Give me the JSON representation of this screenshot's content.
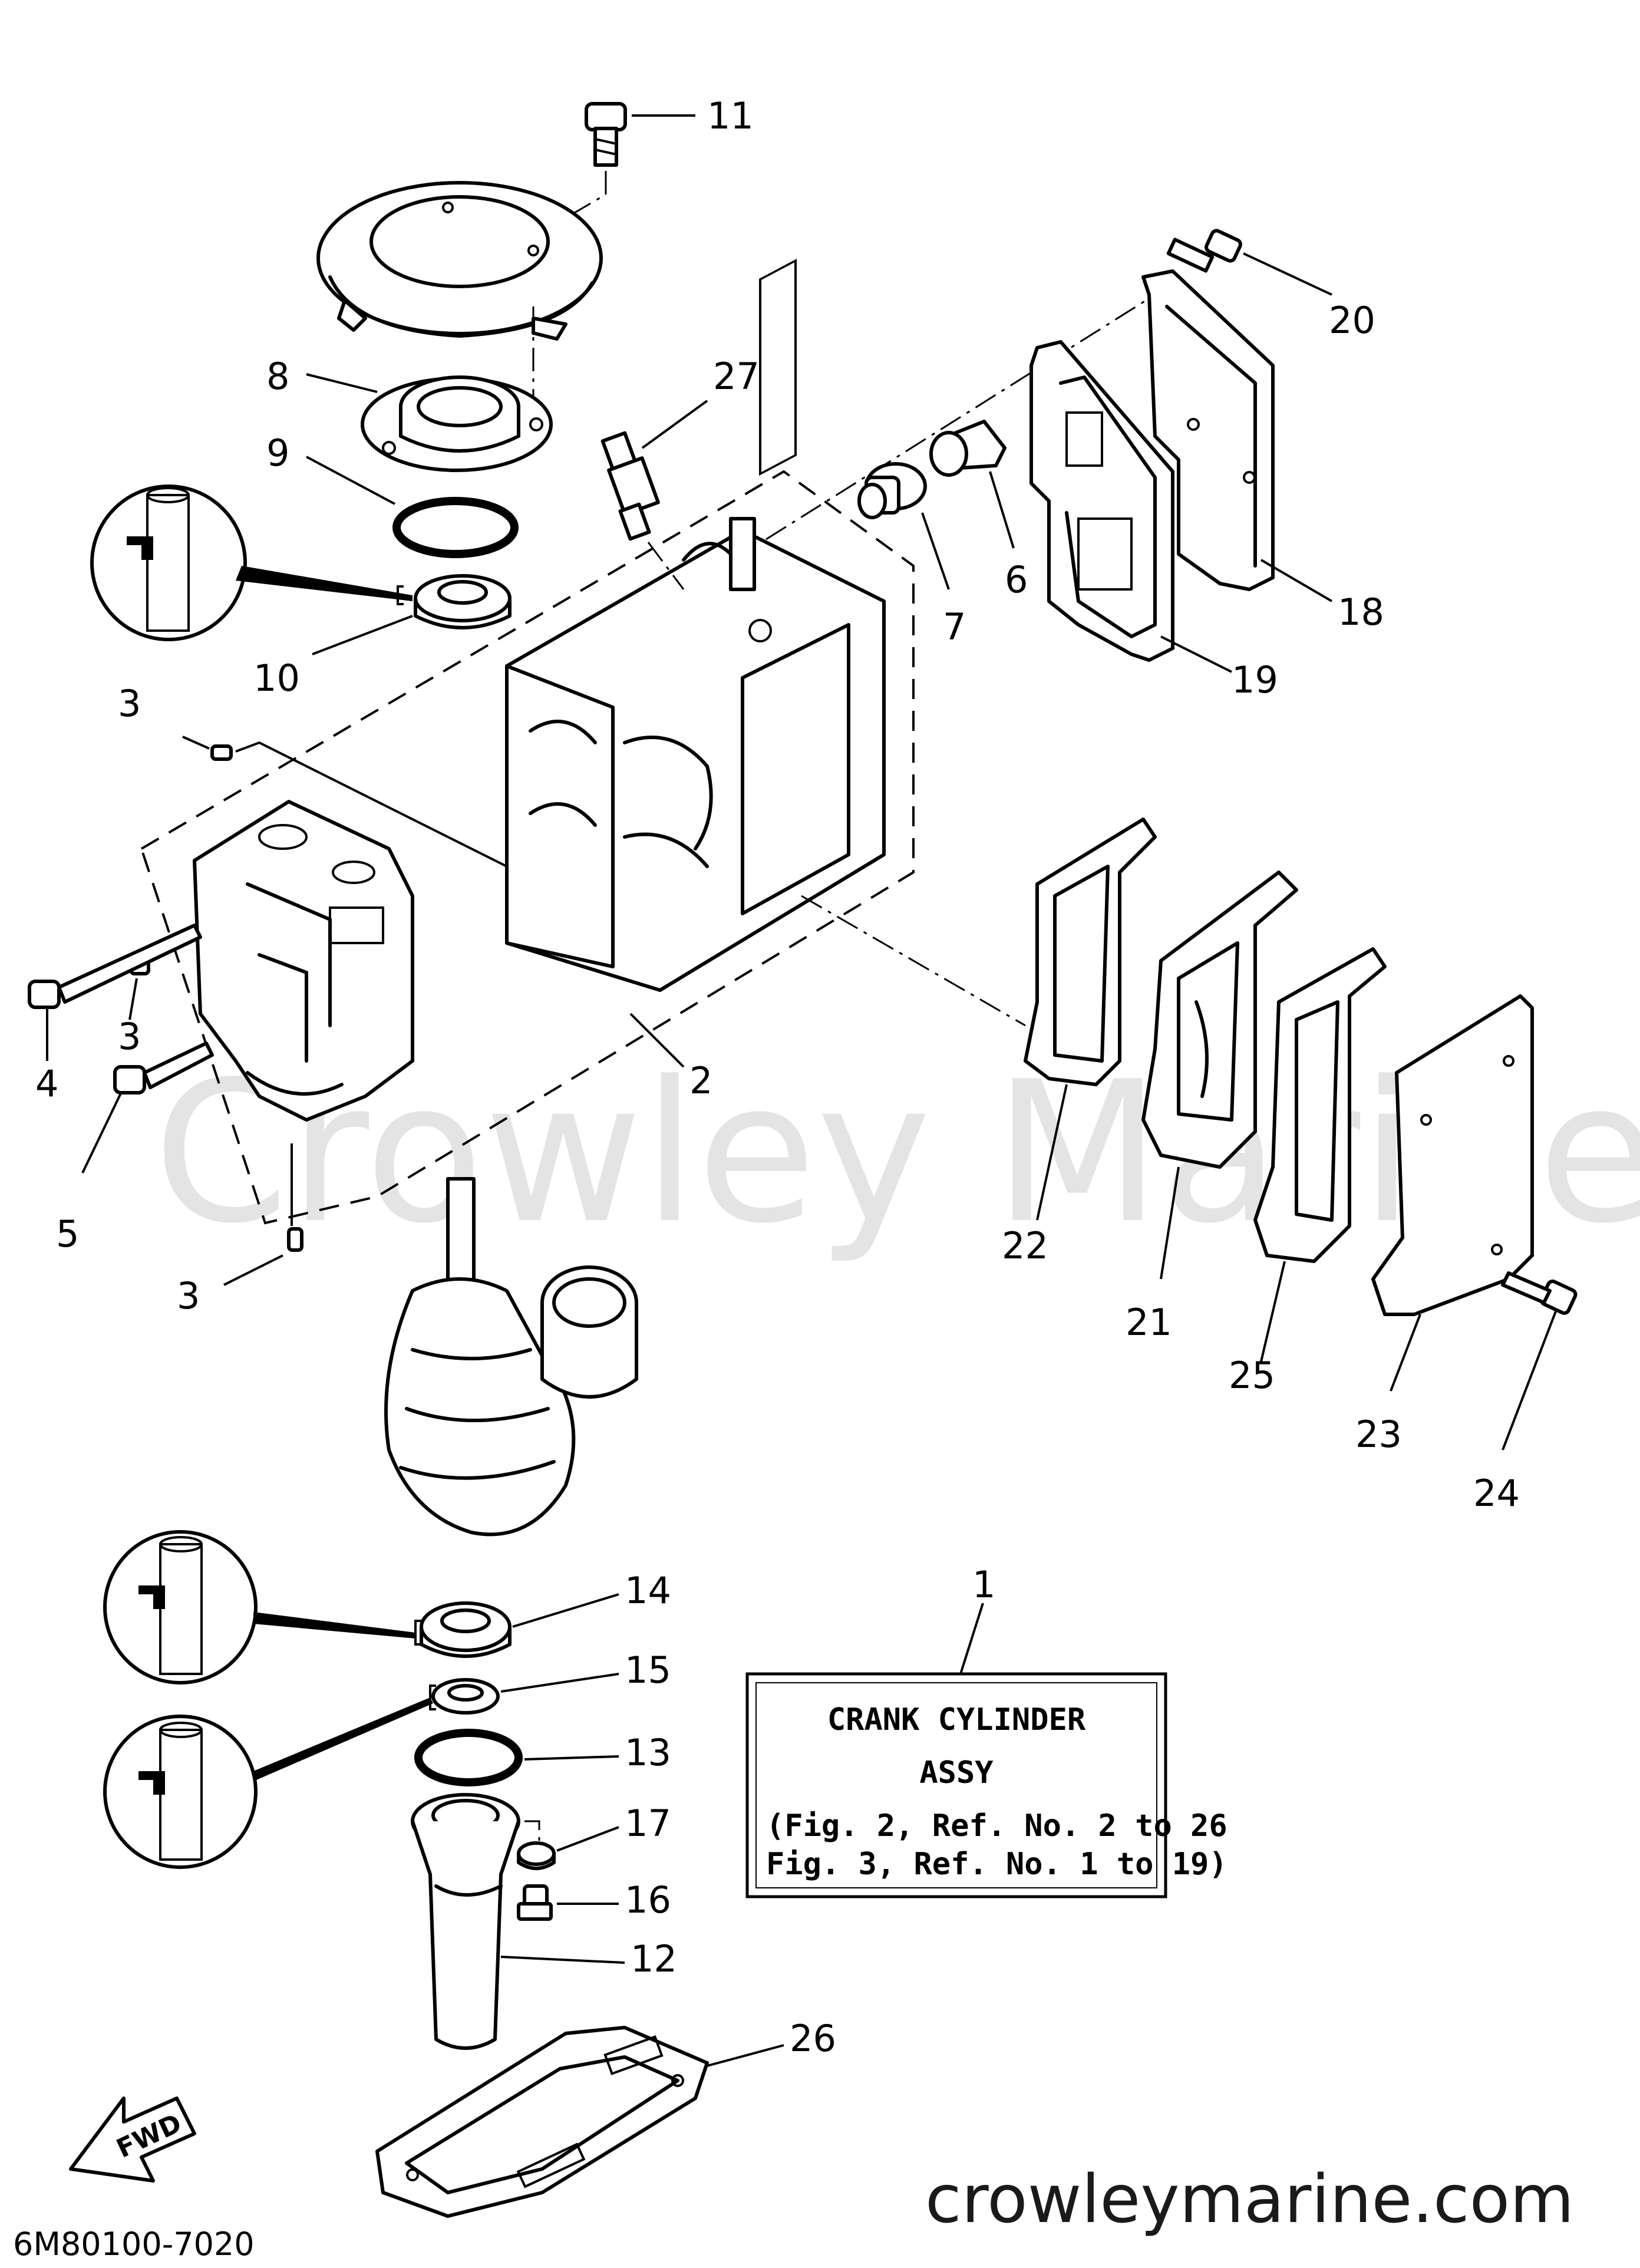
{
  "watermark": "Crowley Marine",
  "website": "crowleymarine.com",
  "diagram_code": "6M80100-7020",
  "fwd_label": "FWD",
  "callout_box": {
    "ref": "1",
    "title_line1": "CRANK CYLINDER",
    "title_line2": "ASSY",
    "note_line1": "(Fig. 2, Ref. No. 2 to 26",
    "note_line2": " Fig. 3, Ref. No. 1 to 19)"
  },
  "labels": {
    "p1": "1",
    "p2": "2",
    "p3a": "3",
    "p3b": "3",
    "p3c": "3",
    "p4": "4",
    "p5": "5",
    "p6": "6",
    "p7": "7",
    "p8": "8",
    "p9": "9",
    "p10": "10",
    "p11": "11",
    "p12": "12",
    "p13": "13",
    "p14": "14",
    "p15": "15",
    "p16": "16",
    "p17": "17",
    "p18": "18",
    "p19": "19",
    "p20": "20",
    "p21": "21",
    "p22": "22",
    "p23": "23",
    "p24": "24",
    "p25": "25",
    "p26": "26",
    "p27": "27"
  },
  "colors": {
    "ink": "#000000",
    "watermark": "#e4e4e4",
    "background": "#ffffff"
  }
}
